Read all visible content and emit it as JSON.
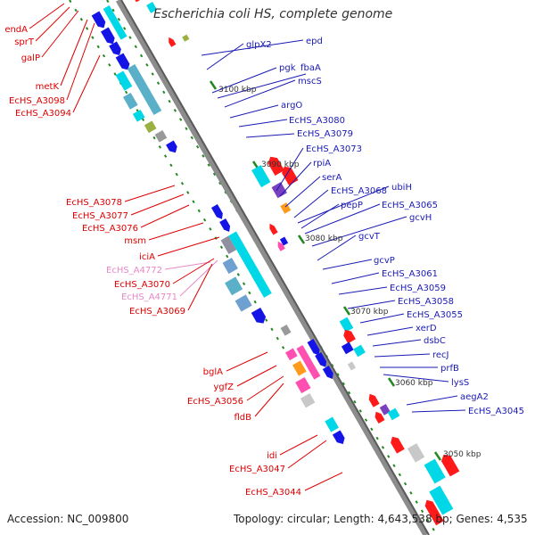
{
  "title": "Escherichia coli HS, complete genome",
  "footer": {
    "accession": "Accession: NC_009800",
    "topology": "Topology: circular; Length: 4,643,538 bp; Genes: 4,535"
  },
  "colors": {
    "left_label": "#dd0000",
    "left_label_faint": "#e888c8",
    "right_label": "#1a1ab4",
    "backbone": "#8c8c8c",
    "tick": "#228822"
  },
  "kbp_marks": [
    "3100 kbp",
    "3090 kbp",
    "3080 kbp",
    "3070 kbp",
    "3060 kbp",
    "3050 kbp"
  ],
  "left_labels": [
    "endA",
    "sprT",
    "galP",
    "metK",
    "EcHS_A3098",
    "EcHS_A3094",
    "EcHS_A3078",
    "EcHS_A3077",
    "EcHS_A3076",
    "msm",
    "iciA",
    "EcHS_A4772",
    "EcHS_A3070",
    "EcHS_A4771",
    "EcHS_A3069",
    "bglA",
    "ygfZ",
    "EcHS_A3056",
    "fldB",
    "idi",
    "EcHS_A3047",
    "EcHS_A3044"
  ],
  "right_labels": [
    "epd",
    "glpX2",
    "pgk",
    "fbaA",
    "mscS",
    "argO",
    "EcHS_A3080",
    "EcHS_A3079",
    "EcHS_A3073",
    "rpiA",
    "serA",
    "EcHS_A3068",
    "ubiH",
    "pepP",
    "EcHS_A3065",
    "gcvH",
    "gcvT",
    "gcvP",
    "EcHS_A3061",
    "EcHS_A3059",
    "EcHS_A3058",
    "EcHS_A3055",
    "xerD",
    "dsbC",
    "recJ",
    "prfB",
    "lysS",
    "aegA2",
    "EcHS_A3045"
  ]
}
